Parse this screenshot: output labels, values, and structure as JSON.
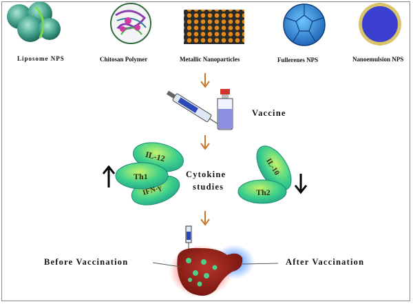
{
  "nanoparticles": [
    {
      "label": "Liposome NPS",
      "icon": "liposome-icon"
    },
    {
      "label": "Chitosan Polymer",
      "icon": "chitosan-polymer-icon"
    },
    {
      "label": "Metallic Nanoparticles",
      "icon": "metallic-nanoparticles-icon"
    },
    {
      "label": "Fullerenes NPS",
      "icon": "fullerene-icon"
    },
    {
      "label": "Nanoemulsion NPS",
      "icon": "nanoemulsion-icon"
    }
  ],
  "vaccine": {
    "label": "Vaccine",
    "icons": [
      "syringe-icon",
      "vaccine-vial-icon"
    ]
  },
  "cytokine": {
    "line1": "Cytokine",
    "line2": "studies",
    "th1_group": {
      "cells": [
        "IL-12",
        "Th1",
        "IFN-γ"
      ],
      "trend": "up"
    },
    "th2_group": {
      "cells": [
        "IL-10",
        "Th2"
      ],
      "trend": "down"
    }
  },
  "liver": {
    "before_label": "Before Vaccination",
    "after_label": "After Vaccination",
    "icons": [
      "syringe-icon",
      "liver-icon"
    ]
  },
  "colors": {
    "arrow": "#c8762b",
    "cell_fill": "#39c98a",
    "cell_text": "#3a2a10",
    "liver": "#8e1b13",
    "liver_glow_before": "#ff2a2a",
    "liver_glow_after": "#3f8cff",
    "lesion": "#4ed08a"
  }
}
